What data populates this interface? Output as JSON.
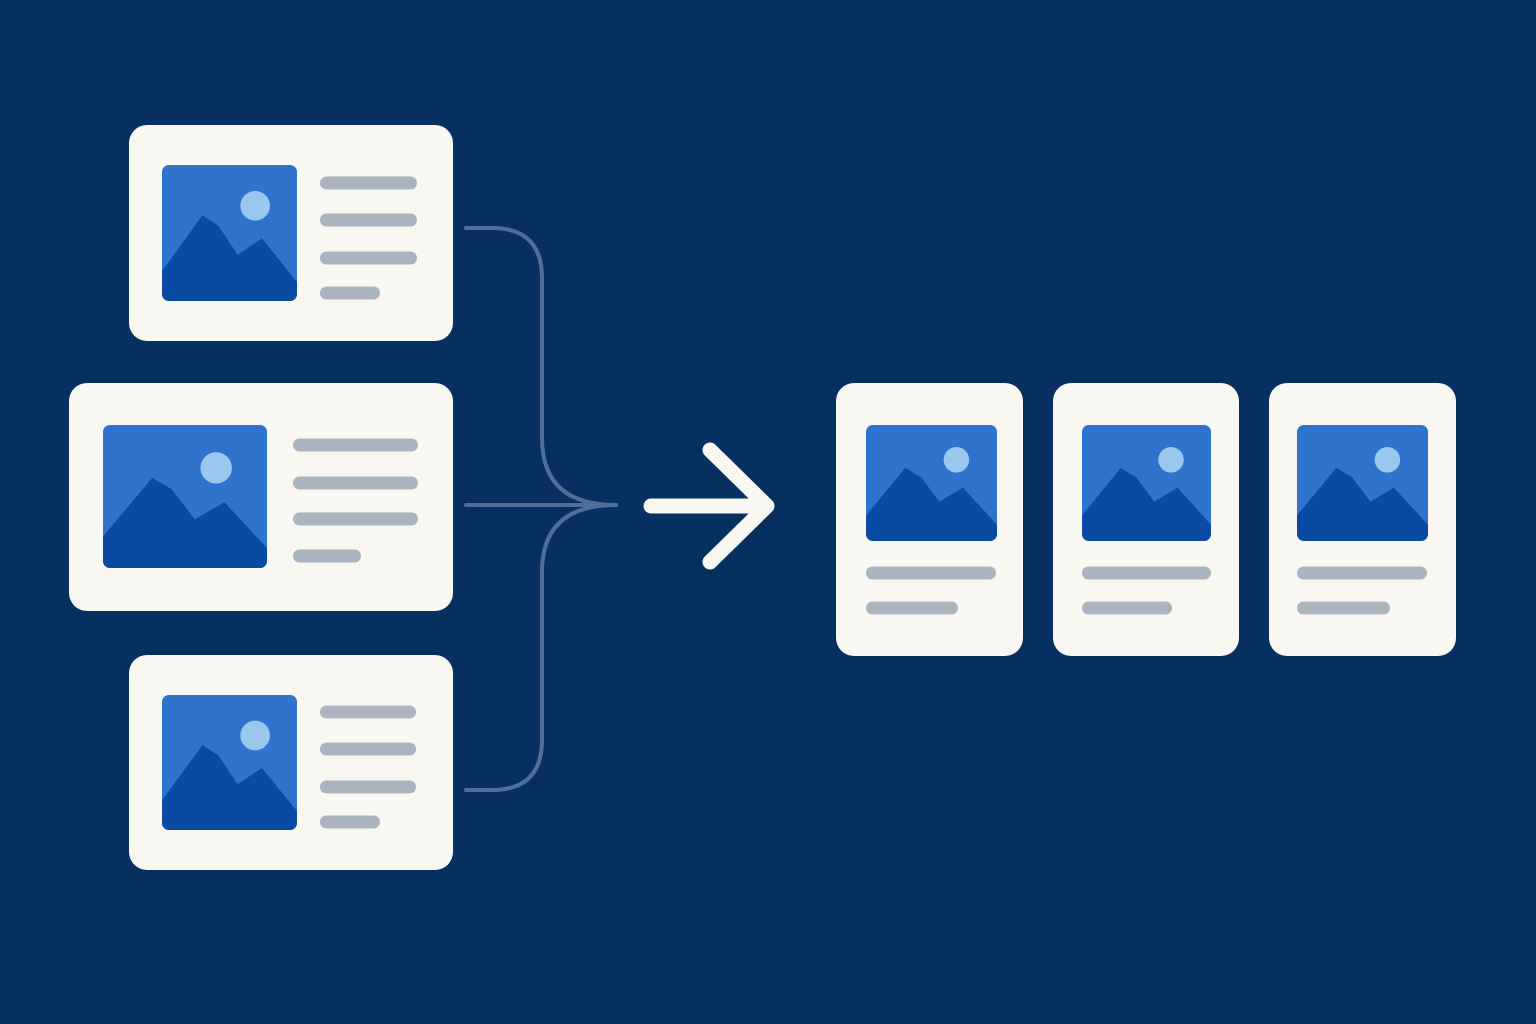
{
  "colors": {
    "background": "#06305f",
    "card": "#f8f7f1",
    "image_frame": "#2f73cc",
    "mountain": "#0b4aa3",
    "sun": "#9bc7ef",
    "text_line": "#aab3be",
    "connector": "#4f6f96",
    "arrow": "#f8f7f1"
  },
  "icons": {
    "image_placeholder": "image-icon",
    "mountain": "mountain-icon",
    "sun": "sun-icon",
    "arrow": "arrow-right-icon"
  },
  "diagram": {
    "left_cards": [
      {
        "name": "source-card-1",
        "image": "image-icon",
        "text_lines": 4
      },
      {
        "name": "source-card-2",
        "image": "image-icon",
        "text_lines": 4
      },
      {
        "name": "source-card-3",
        "image": "image-icon",
        "text_lines": 4
      }
    ],
    "right_cards": [
      {
        "name": "result-card-1",
        "image": "image-icon",
        "text_lines": 2
      },
      {
        "name": "result-card-2",
        "image": "image-icon",
        "text_lines": 2
      },
      {
        "name": "result-card-3",
        "image": "image-icon",
        "text_lines": 2
      }
    ]
  }
}
